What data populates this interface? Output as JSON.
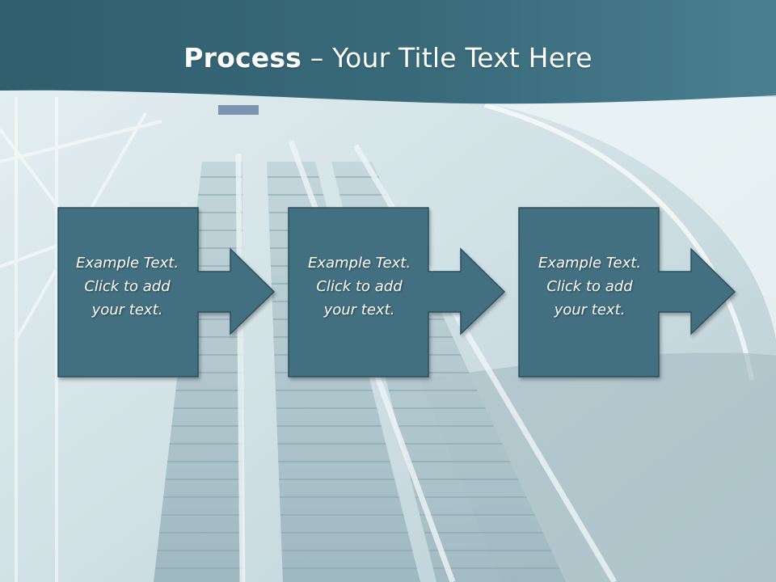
{
  "slide": {
    "title_bold": "Process",
    "title_rest": " – Your Title Text Here",
    "colors": {
      "header": "#3b6f7f",
      "box": "#436f80",
      "box_border": "#2c4f5c"
    }
  },
  "steps": [
    {
      "line1": "Example Text.",
      "line2": "Click  to add",
      "line3": "your text."
    },
    {
      "line1": "Example Text.",
      "line2": "Click  to add",
      "line3": "your text."
    },
    {
      "line1": "Example Text.",
      "line2": "Click  to add",
      "line3": "your text."
    }
  ]
}
